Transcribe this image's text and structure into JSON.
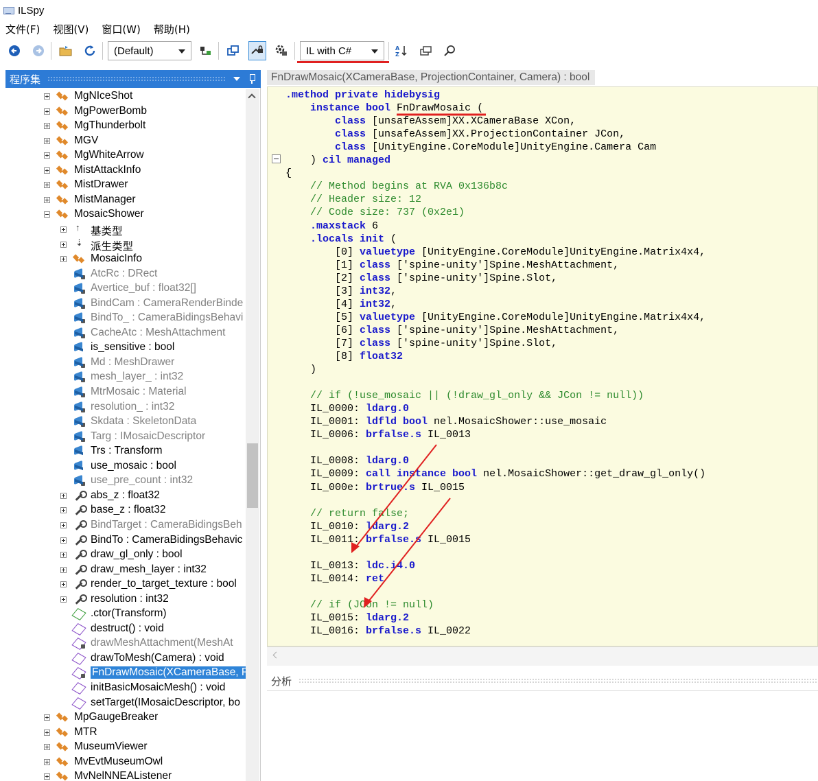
{
  "window": {
    "title": "ILSpy"
  },
  "menu": [
    "文件(F)",
    "视图(V)",
    "窗口(W)",
    "帮助(H)"
  ],
  "toolbar": {
    "api_combo": "(Default)",
    "language_combo": "IL with C#"
  },
  "assembly_panel": {
    "title": "程序集",
    "tree": [
      {
        "depth": 0,
        "exp": "plus",
        "icon": "class",
        "text": "MgNIceShot"
      },
      {
        "depth": 0,
        "exp": "plus",
        "icon": "class",
        "text": "MgPowerBomb"
      },
      {
        "depth": 0,
        "exp": "plus",
        "icon": "class",
        "text": "MgThunderbolt"
      },
      {
        "depth": 0,
        "exp": "plus",
        "icon": "class",
        "text": "MGV"
      },
      {
        "depth": 0,
        "exp": "plus",
        "icon": "class",
        "text": "MgWhiteArrow"
      },
      {
        "depth": 0,
        "exp": "plus",
        "icon": "class",
        "text": "MistAttackInfo"
      },
      {
        "depth": 0,
        "exp": "plus",
        "icon": "class",
        "text": "MistDrawer"
      },
      {
        "depth": 0,
        "exp": "plus",
        "icon": "class",
        "text": "MistManager"
      },
      {
        "depth": 0,
        "exp": "minus",
        "icon": "class",
        "text": "MosaicShower"
      },
      {
        "depth": 1,
        "exp": "plus",
        "icon": "up",
        "text": "基类型"
      },
      {
        "depth": 1,
        "exp": "plus",
        "icon": "down",
        "text": "派生类型"
      },
      {
        "depth": 1,
        "exp": "plus",
        "icon": "class",
        "text": "MosaicInfo"
      },
      {
        "depth": 1,
        "exp": "",
        "icon": "field-lock",
        "text": "AtcRc : DRect",
        "grey": true
      },
      {
        "depth": 1,
        "exp": "",
        "icon": "field-lock",
        "text": "Avertice_buf : float32[]",
        "grey": true
      },
      {
        "depth": 1,
        "exp": "",
        "icon": "field-lock",
        "text": "BindCam : CameraRenderBinde",
        "grey": true
      },
      {
        "depth": 1,
        "exp": "",
        "icon": "field-lock",
        "text": "BindTo_ : CameraBidingsBehavi",
        "grey": true
      },
      {
        "depth": 1,
        "exp": "",
        "icon": "field-lock",
        "text": "CacheAtc : MeshAttachment",
        "grey": true
      },
      {
        "depth": 1,
        "exp": "",
        "icon": "field",
        "text": "is_sensitive : bool"
      },
      {
        "depth": 1,
        "exp": "",
        "icon": "field-lock",
        "text": "Md : MeshDrawer",
        "grey": true
      },
      {
        "depth": 1,
        "exp": "",
        "icon": "field-lock",
        "text": "mesh_layer_ : int32",
        "grey": true
      },
      {
        "depth": 1,
        "exp": "",
        "icon": "field-lock",
        "text": "MtrMosaic : Material",
        "grey": true
      },
      {
        "depth": 1,
        "exp": "",
        "icon": "field-lock",
        "text": "resolution_ : int32",
        "grey": true
      },
      {
        "depth": 1,
        "exp": "",
        "icon": "field-lock",
        "text": "Skdata : SkeletonData",
        "grey": true
      },
      {
        "depth": 1,
        "exp": "",
        "icon": "field-lock",
        "text": "Targ : IMosaicDescriptor",
        "grey": true
      },
      {
        "depth": 1,
        "exp": "",
        "icon": "field",
        "text": "Trs : Transform"
      },
      {
        "depth": 1,
        "exp": "",
        "icon": "field",
        "text": "use_mosaic : bool"
      },
      {
        "depth": 1,
        "exp": "",
        "icon": "field-lock",
        "text": "use_pre_count : int32",
        "grey": true
      },
      {
        "depth": 1,
        "exp": "plus",
        "icon": "wrench",
        "text": "abs_z : float32"
      },
      {
        "depth": 1,
        "exp": "plus",
        "icon": "wrench",
        "text": "base_z : float32"
      },
      {
        "depth": 1,
        "exp": "plus",
        "icon": "wrench",
        "text": "BindTarget : CameraBidingsBeh",
        "grey": true
      },
      {
        "depth": 1,
        "exp": "plus",
        "icon": "wrench",
        "text": "BindTo : CameraBidingsBehavic"
      },
      {
        "depth": 1,
        "exp": "plus",
        "icon": "wrench",
        "text": "draw_gl_only : bool"
      },
      {
        "depth": 1,
        "exp": "plus",
        "icon": "wrench",
        "text": "draw_mesh_layer : int32"
      },
      {
        "depth": 1,
        "exp": "plus",
        "icon": "wrench",
        "text": "render_to_target_texture : bool"
      },
      {
        "depth": 1,
        "exp": "plus",
        "icon": "wrench",
        "text": "resolution : int32"
      },
      {
        "depth": 1,
        "exp": "",
        "icon": "ctor",
        "text": ".ctor(Transform)"
      },
      {
        "depth": 1,
        "exp": "",
        "icon": "method",
        "text": "destruct() : void"
      },
      {
        "depth": 1,
        "exp": "",
        "icon": "method-lock",
        "text": "drawMeshAttachment(MeshAt",
        "grey": true
      },
      {
        "depth": 1,
        "exp": "",
        "icon": "method",
        "text": "drawToMesh(Camera) : void"
      },
      {
        "depth": 1,
        "exp": "",
        "icon": "method-lock",
        "text": "FnDrawMosaic(XCameraBase, P",
        "selected": true
      },
      {
        "depth": 1,
        "exp": "",
        "icon": "method",
        "text": "initBasicMosaicMesh() : void"
      },
      {
        "depth": 1,
        "exp": "",
        "icon": "method",
        "text": "setTarget(IMosaicDescriptor, bo"
      },
      {
        "depth": 0,
        "exp": "plus",
        "icon": "class",
        "text": "MpGaugeBreaker"
      },
      {
        "depth": 0,
        "exp": "plus",
        "icon": "class",
        "text": "MTR"
      },
      {
        "depth": 0,
        "exp": "plus",
        "icon": "class",
        "text": "MuseumViewer"
      },
      {
        "depth": 0,
        "exp": "plus",
        "icon": "class",
        "text": "MvEvtMuseumOwl"
      },
      {
        "depth": 0,
        "exp": "plus",
        "icon": "class",
        "text": "MvNelNNEAListener"
      }
    ]
  },
  "code_panel": {
    "tab_title": "FnDrawMosaic(XCameraBase, ProjectionContainer, Camera) : bool",
    "lines": [
      [
        [
          "kw",
          ".method private hidebysig"
        ]
      ],
      [
        [
          "pl",
          "    "
        ],
        [
          "kw",
          "instance bool"
        ],
        [
          "pl",
          " FnDrawMosaic ("
        ]
      ],
      [
        [
          "pl",
          "        "
        ],
        [
          "kw",
          "class"
        ],
        [
          "pl",
          " [unsafeAssem]XX.XCameraBase XCon,"
        ]
      ],
      [
        [
          "pl",
          "        "
        ],
        [
          "kw",
          "class"
        ],
        [
          "pl",
          " [unsafeAssem]XX.ProjectionContainer JCon,"
        ]
      ],
      [
        [
          "pl",
          "        "
        ],
        [
          "kw",
          "class"
        ],
        [
          "pl",
          " [UnityEngine.CoreModule]UnityEngine.Camera Cam"
        ]
      ],
      [
        [
          "pl",
          "    ) "
        ],
        [
          "kw",
          "cil managed"
        ]
      ],
      [
        [
          "pl",
          "{"
        ]
      ],
      [
        [
          "pl",
          "    "
        ],
        [
          "cm",
          "// Method begins at RVA 0x136b8c"
        ]
      ],
      [
        [
          "pl",
          "    "
        ],
        [
          "cm",
          "// Header size: 12"
        ]
      ],
      [
        [
          "pl",
          "    "
        ],
        [
          "cm",
          "// Code size: 737 (0x2e1)"
        ]
      ],
      [
        [
          "pl",
          "    "
        ],
        [
          "kw",
          ".maxstack"
        ],
        [
          "pl",
          " 6"
        ]
      ],
      [
        [
          "pl",
          "    "
        ],
        [
          "kw",
          ".locals init"
        ],
        [
          "pl",
          " ("
        ]
      ],
      [
        [
          "pl",
          "        [0] "
        ],
        [
          "kw",
          "valuetype"
        ],
        [
          "pl",
          " [UnityEngine.CoreModule]UnityEngine.Matrix4x4,"
        ]
      ],
      [
        [
          "pl",
          "        [1] "
        ],
        [
          "kw",
          "class"
        ],
        [
          "pl",
          " ['spine-unity']Spine.MeshAttachment,"
        ]
      ],
      [
        [
          "pl",
          "        [2] "
        ],
        [
          "kw",
          "class"
        ],
        [
          "pl",
          " ['spine-unity']Spine.Slot,"
        ]
      ],
      [
        [
          "pl",
          "        [3] "
        ],
        [
          "kw",
          "int32"
        ],
        [
          "pl",
          ","
        ]
      ],
      [
        [
          "pl",
          "        [4] "
        ],
        [
          "kw",
          "int32"
        ],
        [
          "pl",
          ","
        ]
      ],
      [
        [
          "pl",
          "        [5] "
        ],
        [
          "kw",
          "valuetype"
        ],
        [
          "pl",
          " [UnityEngine.CoreModule]UnityEngine.Matrix4x4,"
        ]
      ],
      [
        [
          "pl",
          "        [6] "
        ],
        [
          "kw",
          "class"
        ],
        [
          "pl",
          " ['spine-unity']Spine.MeshAttachment,"
        ]
      ],
      [
        [
          "pl",
          "        [7] "
        ],
        [
          "kw",
          "class"
        ],
        [
          "pl",
          " ['spine-unity']Spine.Slot,"
        ]
      ],
      [
        [
          "pl",
          "        [8] "
        ],
        [
          "kw",
          "float32"
        ]
      ],
      [
        [
          "pl",
          "    )"
        ]
      ],
      [
        [
          "pl",
          ""
        ]
      ],
      [
        [
          "pl",
          "    "
        ],
        [
          "cm",
          "// if (!use_mosaic || (!draw_gl_only && JCon != null))"
        ]
      ],
      [
        [
          "pl",
          "    IL_0000: "
        ],
        [
          "kw",
          "ldarg.0"
        ]
      ],
      [
        [
          "pl",
          "    IL_0001: "
        ],
        [
          "kw",
          "ldfld bool"
        ],
        [
          "pl",
          " nel.MosaicShower::use_mosaic"
        ]
      ],
      [
        [
          "pl",
          "    IL_0006: "
        ],
        [
          "kw",
          "brfalse.s"
        ],
        [
          "pl",
          " IL_0013"
        ]
      ],
      [
        [
          "pl",
          ""
        ]
      ],
      [
        [
          "pl",
          "    IL_0008: "
        ],
        [
          "kw",
          "ldarg.0"
        ]
      ],
      [
        [
          "pl",
          "    IL_0009: "
        ],
        [
          "kw",
          "call instance bool"
        ],
        [
          "pl",
          " nel.MosaicShower::get_draw_gl_only()"
        ]
      ],
      [
        [
          "pl",
          "    IL_000e: "
        ],
        [
          "kw",
          "brtrue.s"
        ],
        [
          "pl",
          " IL_0015"
        ]
      ],
      [
        [
          "pl",
          ""
        ]
      ],
      [
        [
          "pl",
          "    "
        ],
        [
          "cm",
          "// return false;"
        ]
      ],
      [
        [
          "pl",
          "    IL_0010: "
        ],
        [
          "kw",
          "ldarg.2"
        ]
      ],
      [
        [
          "pl",
          "    IL_0011: "
        ],
        [
          "kw",
          "brfalse.s"
        ],
        [
          "pl",
          " IL_0015"
        ]
      ],
      [
        [
          "pl",
          ""
        ]
      ],
      [
        [
          "pl",
          "    IL_0013: "
        ],
        [
          "kw",
          "ldc.i4.0"
        ]
      ],
      [
        [
          "pl",
          "    IL_0014: "
        ],
        [
          "kw",
          "ret"
        ]
      ],
      [
        [
          "pl",
          ""
        ]
      ],
      [
        [
          "pl",
          "    "
        ],
        [
          "cm",
          "// if (JCon != null)"
        ]
      ],
      [
        [
          "pl",
          "    IL_0015: "
        ],
        [
          "kw",
          "ldarg.2"
        ]
      ],
      [
        [
          "pl",
          "    IL_0016: "
        ],
        [
          "kw",
          "brfalse.s"
        ],
        [
          "pl",
          " IL_0022"
        ]
      ]
    ]
  },
  "analysis_panel": {
    "title": "分析"
  },
  "colors": {
    "accent": "#2d7bd6",
    "annotation_red": "#e02020",
    "keyword": "#1a1acc",
    "comment": "#2d8a2d",
    "code_bg": "#fbfbe0"
  }
}
